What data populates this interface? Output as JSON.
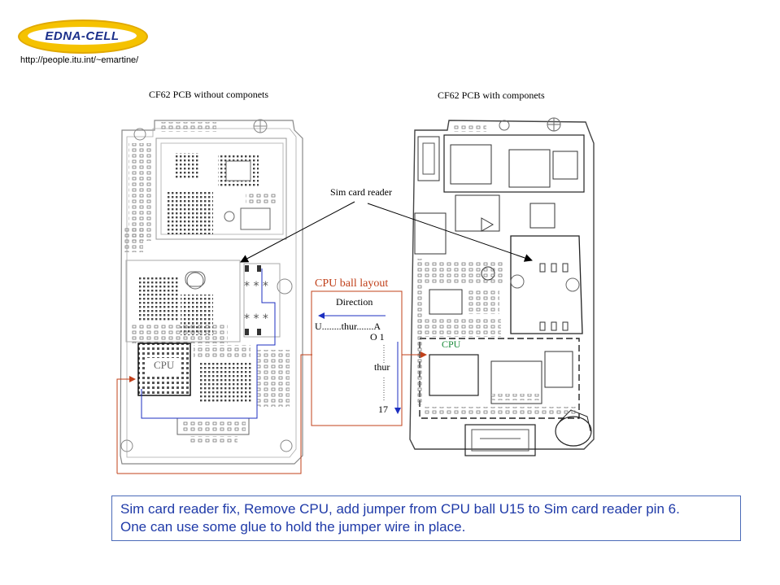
{
  "logo": {
    "text": "EDNA-CELL"
  },
  "url": "http://people.itu.int/~emartine/",
  "left_board": {
    "title": "CF62 PCB without componets",
    "cpu_label": "CPU"
  },
  "right_board": {
    "title": "CF62 PCB with componets",
    "cpu_label": "CPU"
  },
  "sim_label": "Sim card  reader",
  "ball_layout": {
    "title": "CPU ball layout",
    "direction": "Direction",
    "range": "U........thur.......A",
    "first": "O 1",
    "thur": "thur",
    "last": "17"
  },
  "caption": {
    "line1": "Sim card reader fix, Remove CPU, add jumper from CPU ball U15 to Sim card reader pin 6.",
    "line2": "One can use some glue to hold the jumper wire in place."
  },
  "colors": {
    "caption_text": "#1f3aa8",
    "jumper": "#c0401a",
    "trace": "#1c2fc0",
    "logo_yellow": "#f5c200"
  }
}
